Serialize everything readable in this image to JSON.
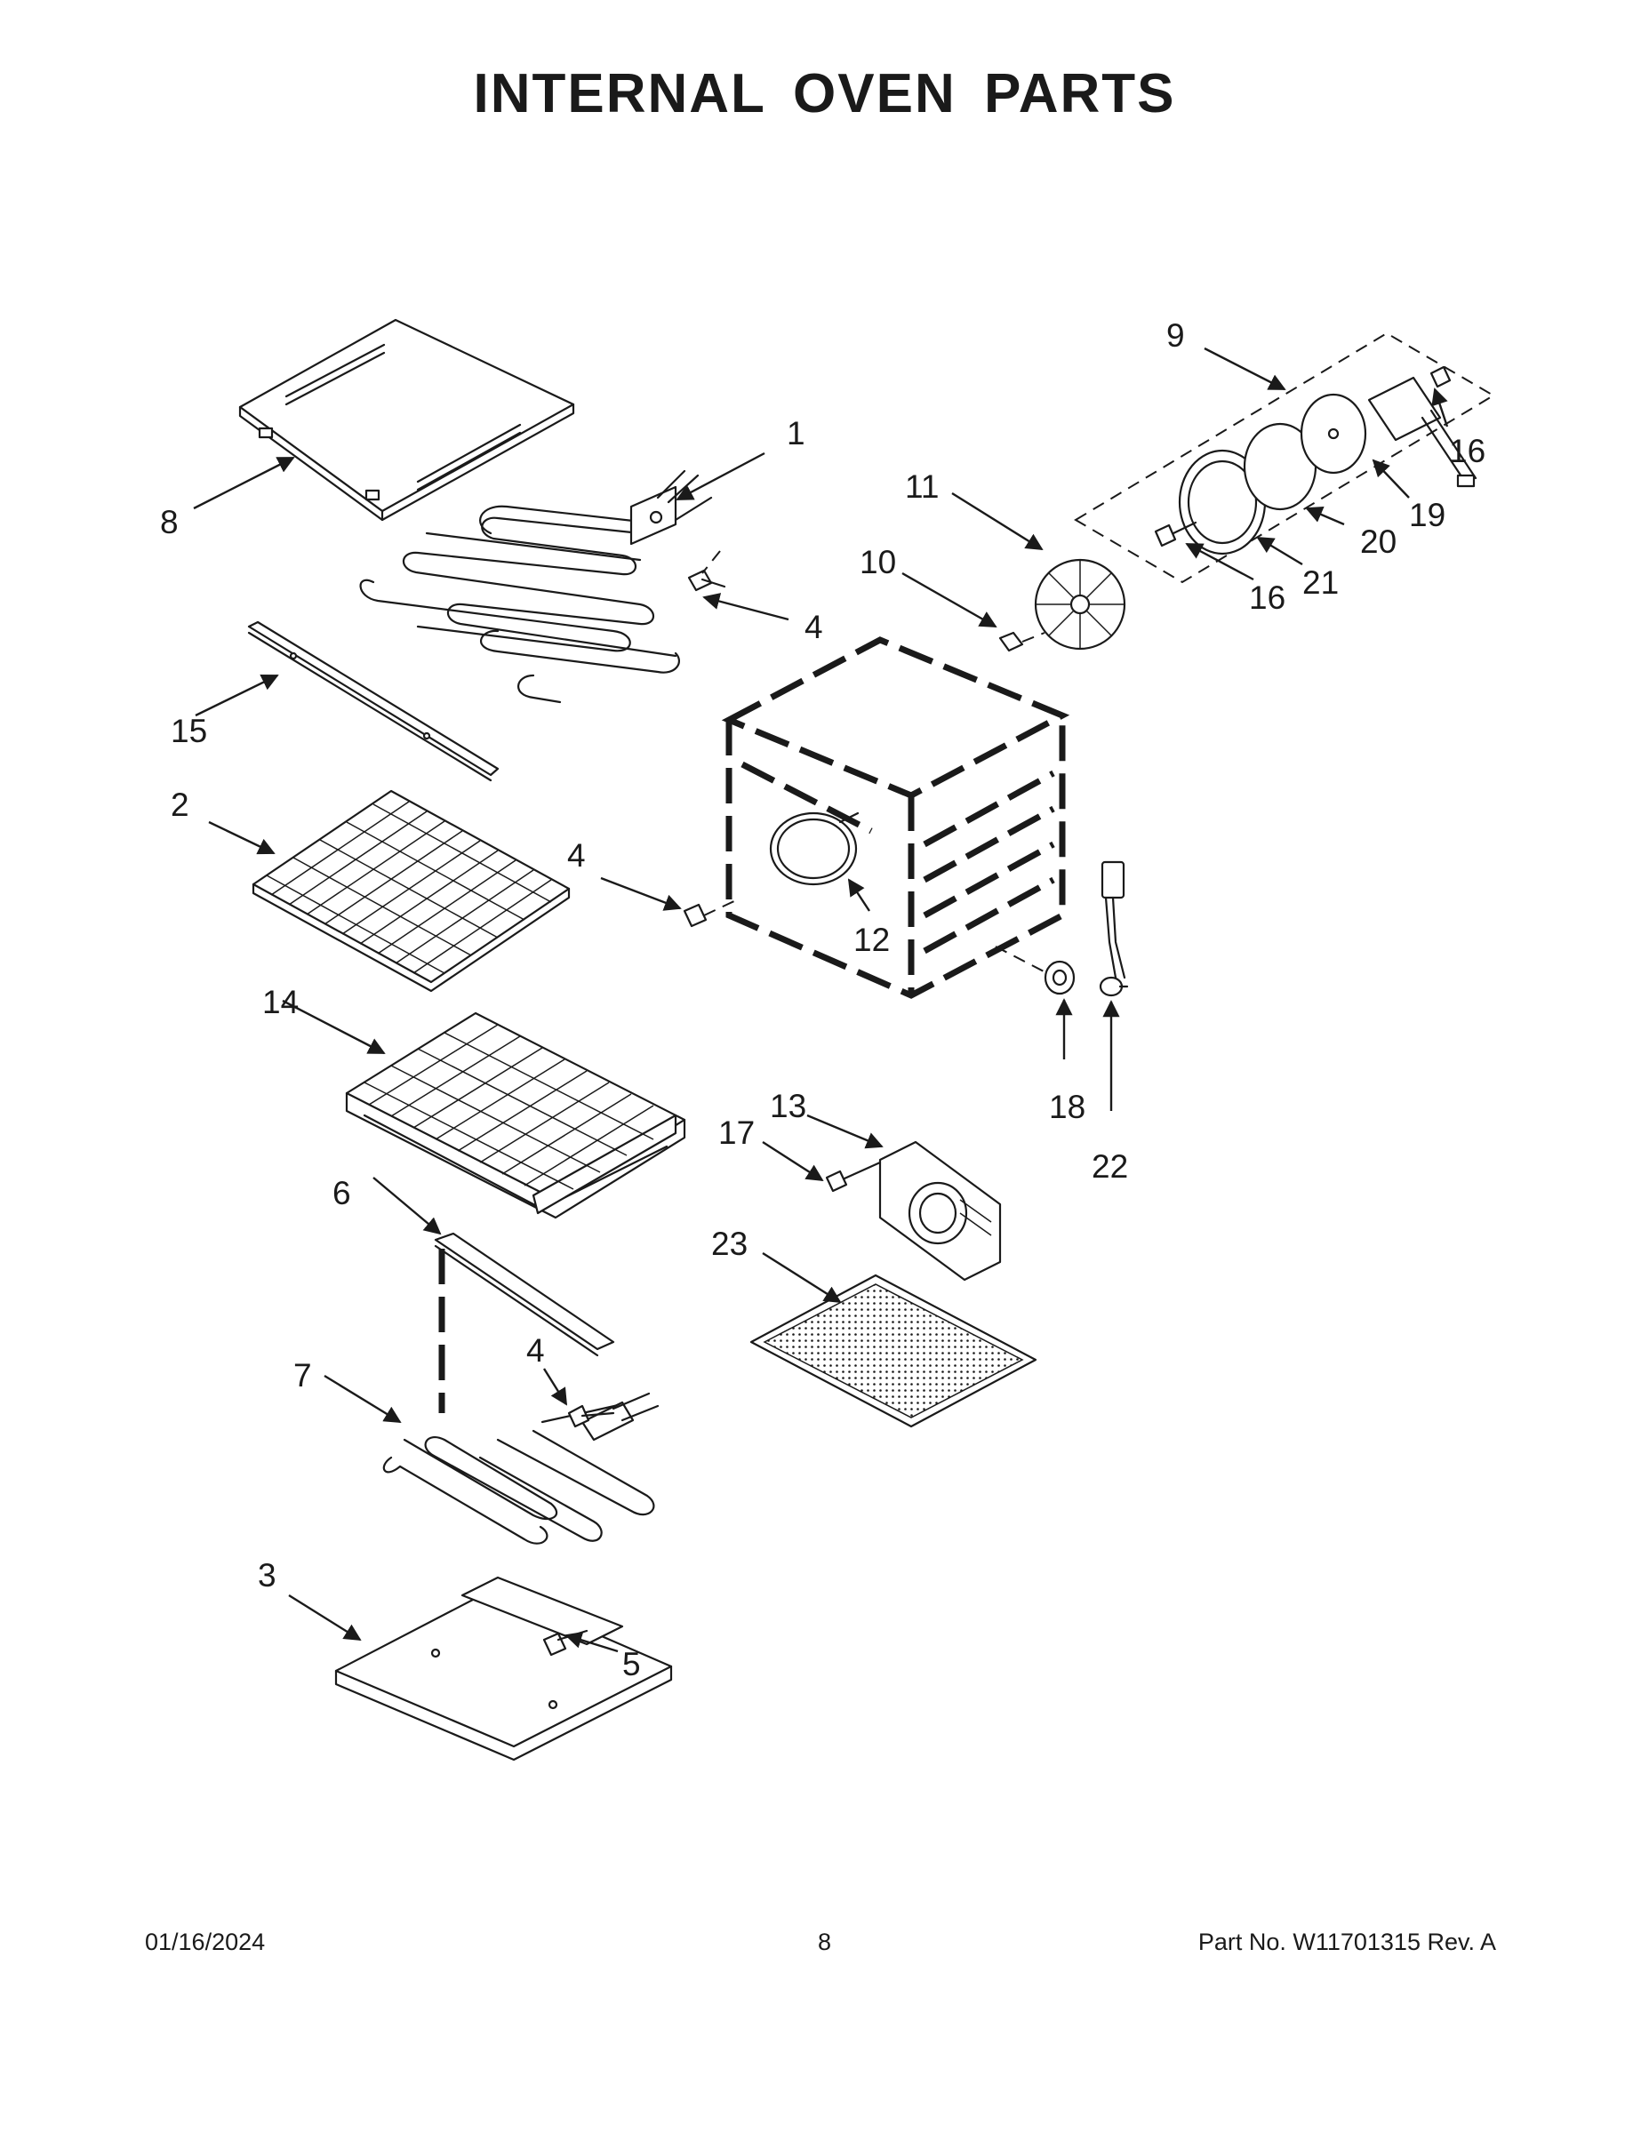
{
  "title": "INTERNAL OVEN PARTS",
  "callouts": [
    "1",
    "2",
    "3",
    "4",
    "5",
    "6",
    "7",
    "8",
    "9",
    "10",
    "11",
    "12",
    "13",
    "14",
    "15",
    "16",
    "17",
    "18",
    "19",
    "20",
    "21",
    "22",
    "23"
  ],
  "footer": {
    "date": "01/16/2024",
    "page": "8",
    "part": "Part No.  W11701315  Rev.  A"
  }
}
